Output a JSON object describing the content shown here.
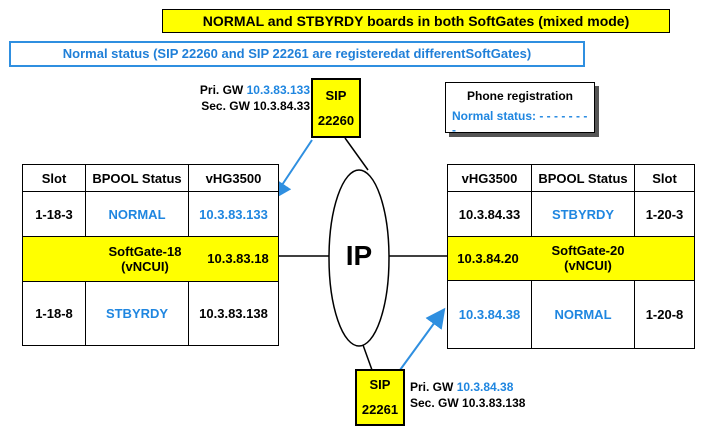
{
  "title": "NORMAL and STBYRDY boards in both SoftGates (mixed mode)",
  "subtitle": "Normal status (SIP 22260 and SIP 22261 are registeredat differentSoftGates)",
  "sip_top": {
    "line1": "SIP",
    "line2": "22260",
    "pri_label": "Pri. GW",
    "pri_ip": "10.3.83.133",
    "sec_label": "Sec. GW",
    "sec_ip": "10.3.84.33"
  },
  "sip_bottom": {
    "line1": "SIP",
    "line2": "22261",
    "pri_label": "Pri. GW",
    "pri_ip": "10.3.84.38",
    "sec_label": "Sec. GW",
    "sec_ip": "10.3.83.138"
  },
  "phone_registration": {
    "title": "Phone registration",
    "status": "Normal status: - - - - - - - -"
  },
  "network": {
    "label": "IP"
  },
  "left_table": {
    "headers": {
      "slot": "Slot",
      "bpool": "BPOOL Status",
      "vhg": "vHG3500"
    },
    "row1": {
      "slot": "1-18-3",
      "status": "NORMAL",
      "ip": "10.3.83.133"
    },
    "softgate": {
      "name": "SoftGate-18",
      "sub": "(vNCUI)",
      "ip": "10.3.83.18"
    },
    "row2": {
      "slot": "1-18-8",
      "status": "STBYRDY",
      "ip": "10.3.83.138"
    }
  },
  "right_table": {
    "headers": {
      "vhg": "vHG3500",
      "bpool": "BPOOL Status",
      "slot": "Slot"
    },
    "row1": {
      "ip": "10.3.84.33",
      "status": "STBYRDY",
      "slot": "1-20-3"
    },
    "softgate": {
      "ip": "10.3.84.20",
      "name": "SoftGate-20",
      "sub": "(vNCUI)"
    },
    "row2": {
      "ip": "10.3.84.38",
      "status": "NORMAL",
      "slot": "1-20-8"
    }
  },
  "colors": {
    "highlight": "#ffff00",
    "accent_blue": "#1f86e0",
    "line": "#000000"
  }
}
